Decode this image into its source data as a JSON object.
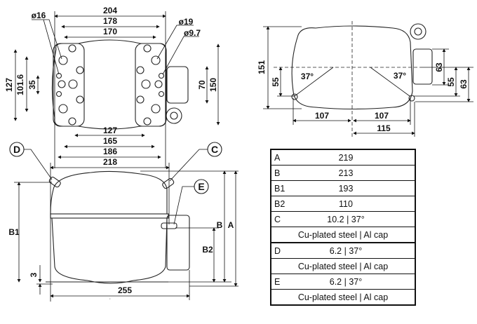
{
  "top_view": {
    "d204": "204",
    "d178": "178",
    "d170": "170",
    "phi16": "ø16",
    "phi19": "ø19",
    "phi9_7": "ø9.7",
    "d127v": "127",
    "d101_6": "101.6",
    "d35": "35",
    "d70": "70",
    "d150": "150",
    "d127h": "127",
    "d165": "165",
    "d186": "186"
  },
  "side_view": {
    "d151": "151",
    "d55l": "55",
    "angle_l": "37°",
    "angle_r": "37°",
    "d107l": "107",
    "d107r": "107",
    "d115": "115",
    "d63a": "63",
    "d55r": "55",
    "d63b": "63"
  },
  "front_view": {
    "d218": "218",
    "label_d": "D",
    "label_c": "C",
    "label_e": "E",
    "b1": "B1",
    "b2": "B2",
    "b": "B",
    "a": "A",
    "d3": "3",
    "d255": "255"
  },
  "spec_table": [
    {
      "key": "A",
      "value": "219"
    },
    {
      "key": "B",
      "value": "213"
    },
    {
      "key": "B1",
      "value": "193"
    },
    {
      "key": "B2",
      "value": "110"
    },
    {
      "key": "C",
      "value": "10.2 | 37°",
      "material": "Cu-plated steel | Al cap"
    },
    {
      "key": "D",
      "value": "6.2 | 37°",
      "material": "Cu-plated steel | Al cap"
    },
    {
      "key": "E",
      "value": "6.2 | 37°",
      "material": "Cu-plated steel | Al cap"
    }
  ]
}
